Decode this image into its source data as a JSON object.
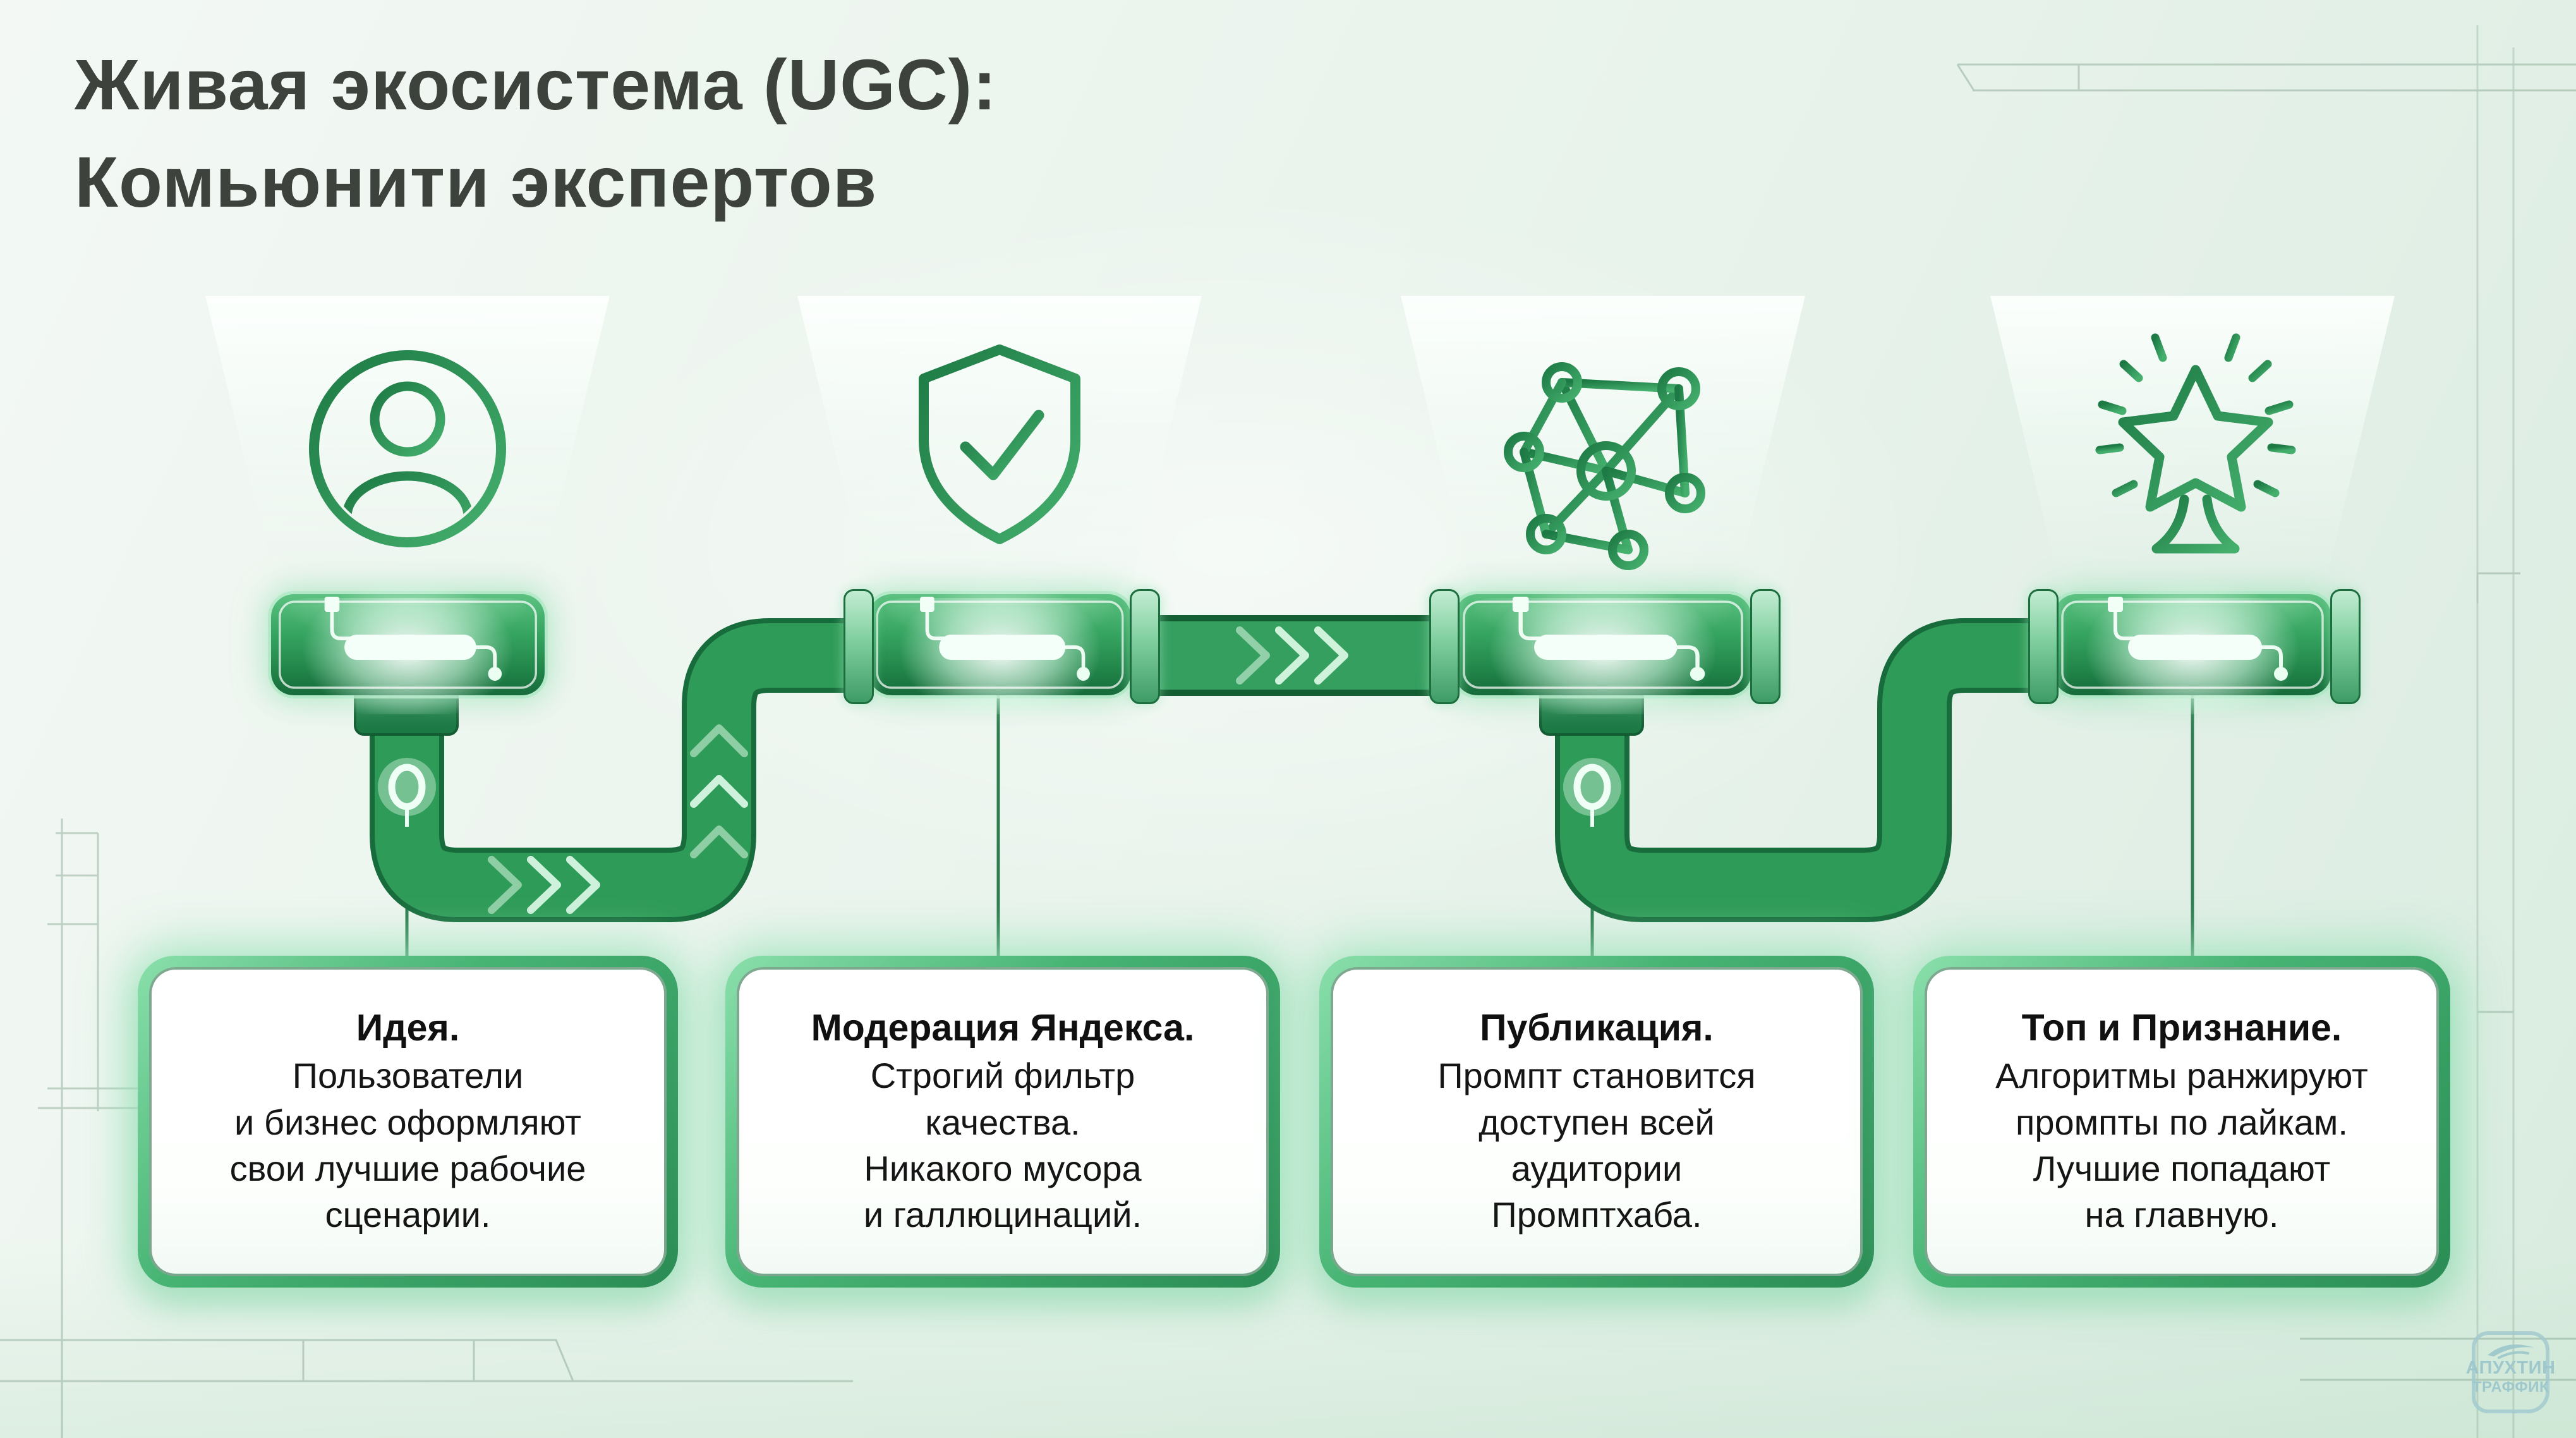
{
  "title": {
    "line1": "Живая экосистема (UGC):",
    "line2": "Комьюнити экспертов"
  },
  "stages": [
    {
      "icon": "user-icon",
      "title": "Идея.",
      "body": "Пользователи\nи бизнес оформляют\nсвои лучшие рабочие\nсценарии."
    },
    {
      "icon": "shield-check-icon",
      "title": "Модерация Яндекса.",
      "body": "Строгий фильтр\nкачества.\nНикакого мусора\nи галлюцинаций."
    },
    {
      "icon": "network-icon",
      "title": "Публикация.",
      "body": "Промпт становится\nдоступен всей\nаудитории\nПромптхаба."
    },
    {
      "icon": "star-trophy-icon",
      "title": "Топ и Признание.",
      "body": "Алгоритмы ранжируют\nпромпты по лайкам.\nЛучшие попадают\nна главную."
    }
  ],
  "watermark": {
    "line1": "АПУХТИН",
    "line2": "ТРАФФИК"
  },
  "colors": {
    "accent_green": "#2f9b58",
    "dark_pipe_edge": "#186c3c",
    "card_border": "#47b474",
    "background": "#e8f3eb",
    "title_text": "#3d423d",
    "watermark": "#9bc6cb"
  }
}
